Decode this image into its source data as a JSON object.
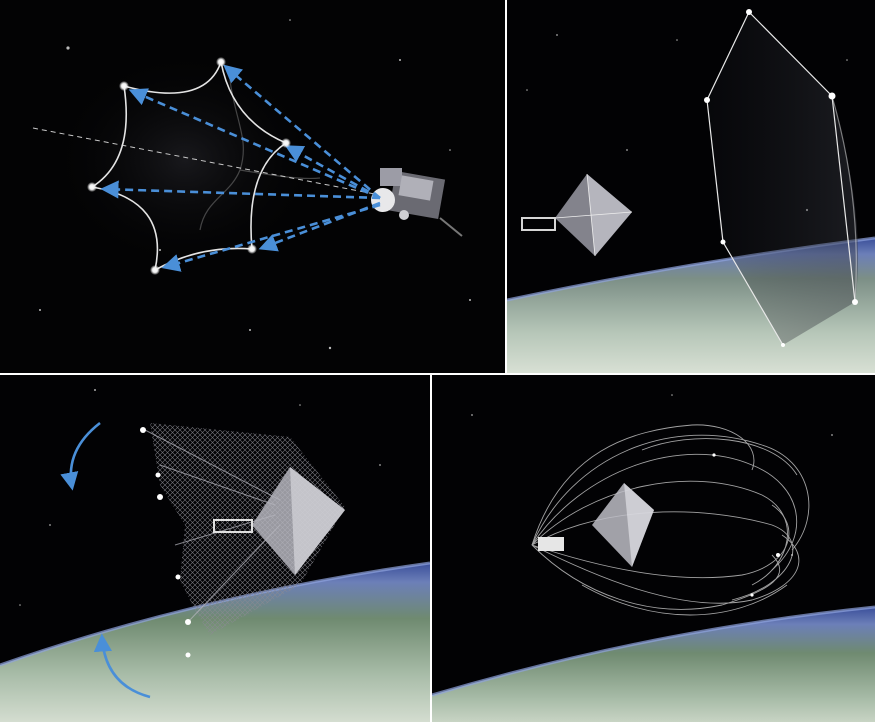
{
  "figure": {
    "panels": [
      {
        "id": "capture-approach",
        "scene": "net-deployment-toward-debris"
      },
      {
        "id": "net-open",
        "scene": "net-spread-near-target"
      },
      {
        "id": "net-closing",
        "scene": "net-wrapping-target"
      },
      {
        "id": "net-closed",
        "scene": "target-enveloped-by-net"
      }
    ],
    "colors": {
      "space": "#020203",
      "deploy_arrow": "#4a8fd8",
      "net_line": "#e4e4e4",
      "earth_limb": "#5c6fb4",
      "earth_surface": "#9fb1a4"
    }
  }
}
